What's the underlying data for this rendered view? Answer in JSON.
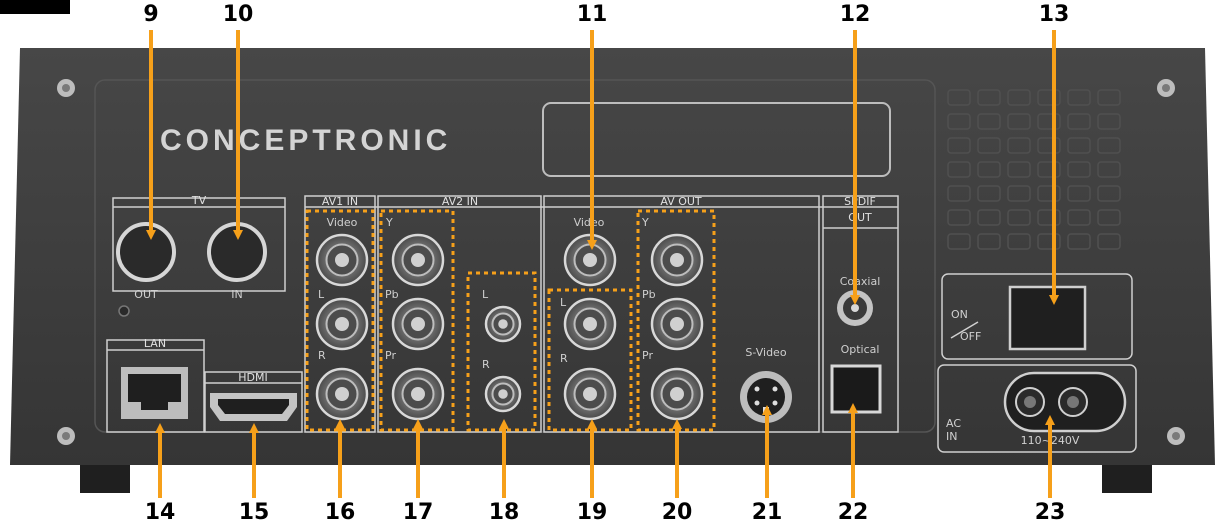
{
  "brand": "CONCEPTRONIC",
  "colors": {
    "panel": "#3d3d3d",
    "panel_dark": "#2e2e2e",
    "line": "#cfcfcf",
    "arrow": "#f6a01a",
    "highlight": "#f6a01a"
  },
  "top_numbers": [
    "9",
    "10",
    "11",
    "12",
    "13"
  ],
  "bottom_numbers": [
    "14",
    "15",
    "16",
    "17",
    "18",
    "19",
    "20",
    "21",
    "22",
    "23"
  ],
  "labels": {
    "tv": "TV",
    "tv_out": "OUT",
    "tv_in": "IN",
    "av1_in": "AV1 IN",
    "av2_in": "AV2 IN",
    "av_out": "AV OUT",
    "spdif_line1": "SPDIF",
    "spdif_line2": "OUT",
    "video": "Video",
    "video_out": "Video",
    "y": "Y",
    "pb": "Pb",
    "pr": "Pr",
    "y_out": "Y",
    "pb_out": "Pb",
    "pr_out": "Pr",
    "l1": "L",
    "r1": "R",
    "l2": "L",
    "r2": "R",
    "l3": "L",
    "r3": "R",
    "s_video": "S-Video",
    "coaxial": "Coaxial",
    "optical": "Optical",
    "lan": "LAN",
    "hdmi": "HDMI",
    "on": "ON",
    "off": "OFF",
    "ac": "AC",
    "ac_in": "IN",
    "voltage": "110~240V"
  }
}
